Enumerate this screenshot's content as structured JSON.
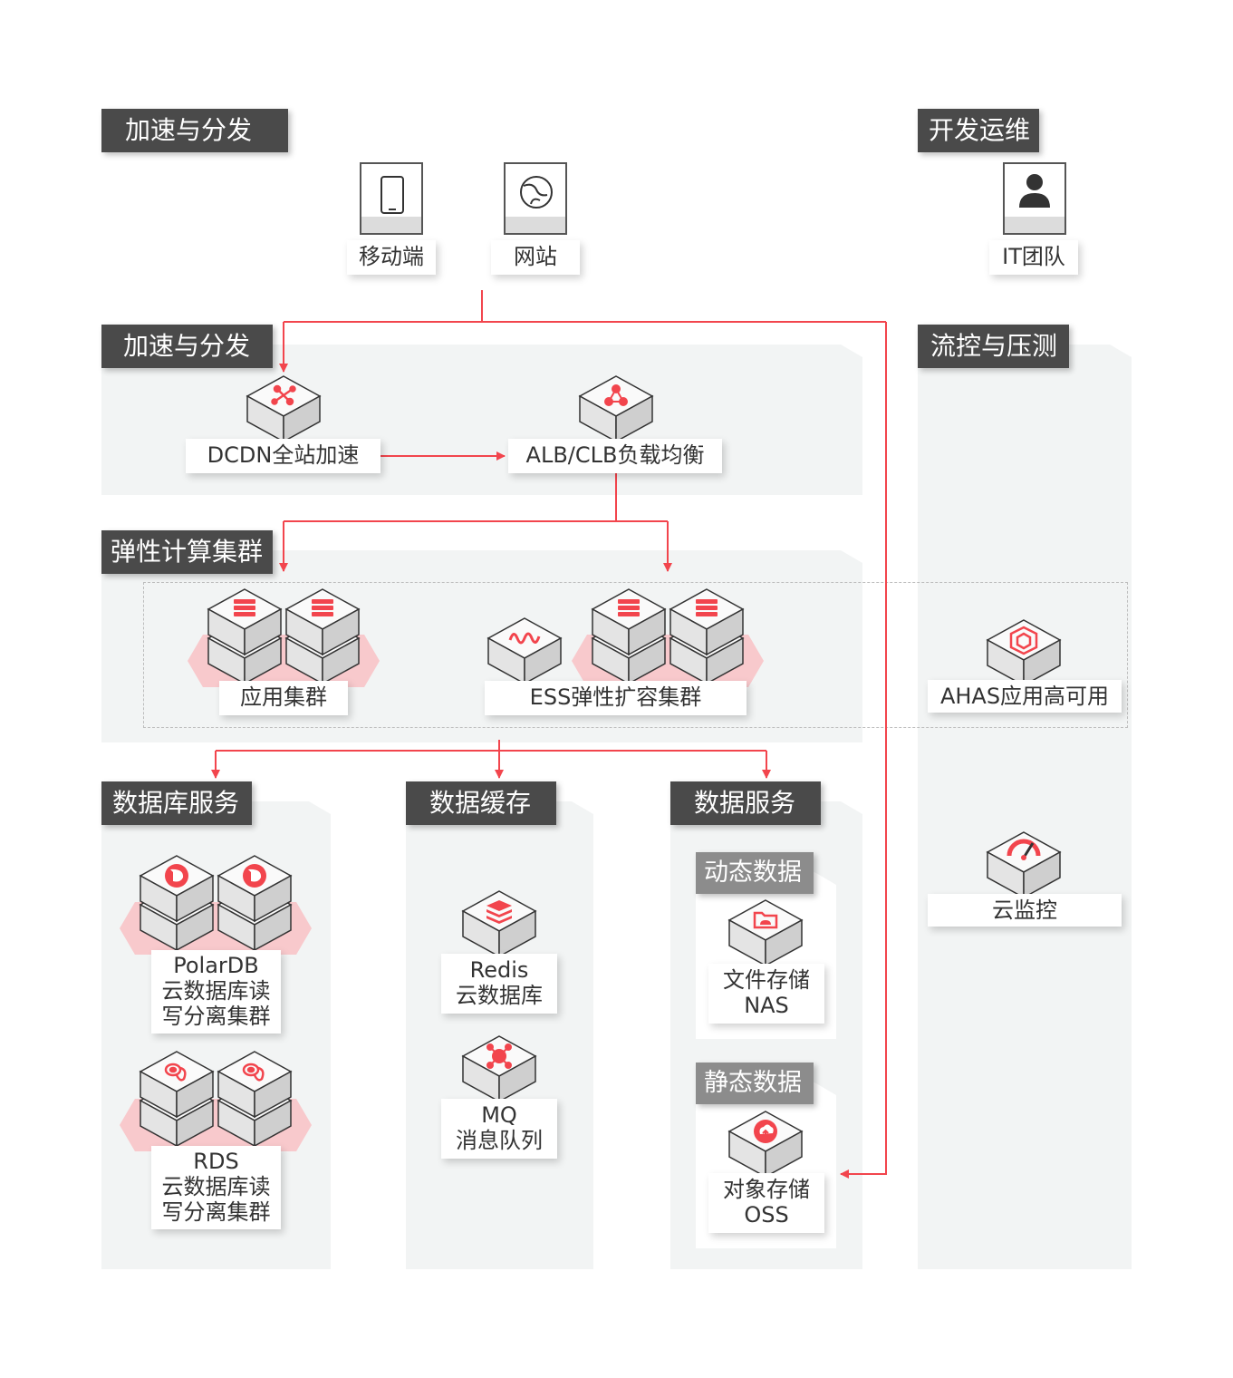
{
  "sections": {
    "top_access": "加速与分发",
    "devops": "开发运维",
    "acceleration": "加速与分发",
    "flow_control": "流控与压测",
    "compute": "弹性计算集群",
    "database": "数据库服务",
    "cache": "数据缓存",
    "data_services": "数据服务",
    "dynamic_data": "动态数据",
    "static_data": "静态数据"
  },
  "nodes": {
    "mobile": "移动端",
    "website": "网站",
    "it_team": "IT团队",
    "dcdn": "DCDN全站加速",
    "alb": "ALB/CLB负载均衡",
    "app_cluster": "应用集群",
    "ess": "ESS弹性扩容集群",
    "ahas": "AHAS应用高可用",
    "monitor": "云监控",
    "polardb": [
      "PolarDB",
      "云数据库读",
      "写分离集群"
    ],
    "rds": [
      "RDS",
      "云数据库读",
      "写分离集群"
    ],
    "redis": [
      "Redis",
      "云数据库"
    ],
    "mq": [
      "MQ",
      "消息队列"
    ],
    "nas": [
      "文件存储",
      "NAS"
    ],
    "oss": [
      "对象存储",
      "OSS"
    ]
  },
  "colors": {
    "accent": "#f2454d",
    "title_bg": "#4a4a4a",
    "subtitle_bg": "#8c8c8c",
    "panel_gray": "#f2f4f4",
    "glow": "#f8c9cc"
  },
  "icons": {
    "mobile": "phone-icon",
    "website": "globe-icon",
    "it_team": "user-icon",
    "dcdn": "network-nodes-icon",
    "alb": "load-balancer-icon",
    "app_cluster": "server-stack-icon",
    "ess": "wave-icon",
    "ahas": "box-icon",
    "monitor": "gauge-icon",
    "polardb": "dolphin-icon",
    "rds": "database-icon",
    "redis": "layers-icon",
    "mq": "hub-icon",
    "nas": "folder-icon",
    "oss": "cloud-upload-icon"
  }
}
